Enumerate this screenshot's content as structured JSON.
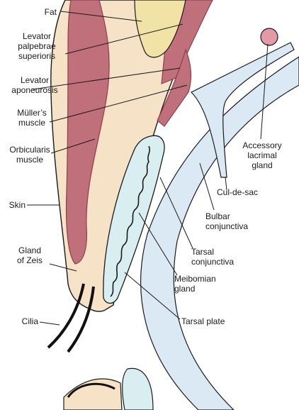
{
  "labels": {
    "fat": "Fat",
    "levator_palpebrae_1": "Levator",
    "levator_palpebrae_2": "palpebrae",
    "levator_palpebrae_3": "superioris",
    "levator_aponeurosis_1": "Levator",
    "levator_aponeurosis_2": "aponeurosis",
    "muller_1": "Müller’s",
    "muller_2": "muscle",
    "orbicularis_1": "Orbicularis",
    "orbicularis_2": "muscle",
    "skin": "Skin",
    "gland_zeis_1": "Gland",
    "gland_zeis_2": "of Zeis",
    "cilia": "Cilia",
    "accessory_1": "Accessory",
    "accessory_2": "lacrimal",
    "accessory_3": "gland",
    "cul_de_sac": "Cul-de-sac",
    "bulbar_1": "Bulbar",
    "bulbar_2": "conjunctiva",
    "tarsal_conj_1": "Tarsal",
    "tarsal_conj_2": "conjunctiva",
    "meibomian_1": "Meibomian",
    "meibomian_2": "gland",
    "tarsal_plate": "Tarsal plate"
  },
  "colors": {
    "skin_fill": "#f6e2c6",
    "muscle_fill": "#c0707a",
    "muscle_stripe": "#8e3f4a",
    "fat_fill": "#f1e2a6",
    "tarsal_fill": "#d9eef0",
    "conjunctiva_fill": "#dbe9f5",
    "gland_fill": "#e49aa6",
    "outline": "#1a1a1a"
  }
}
